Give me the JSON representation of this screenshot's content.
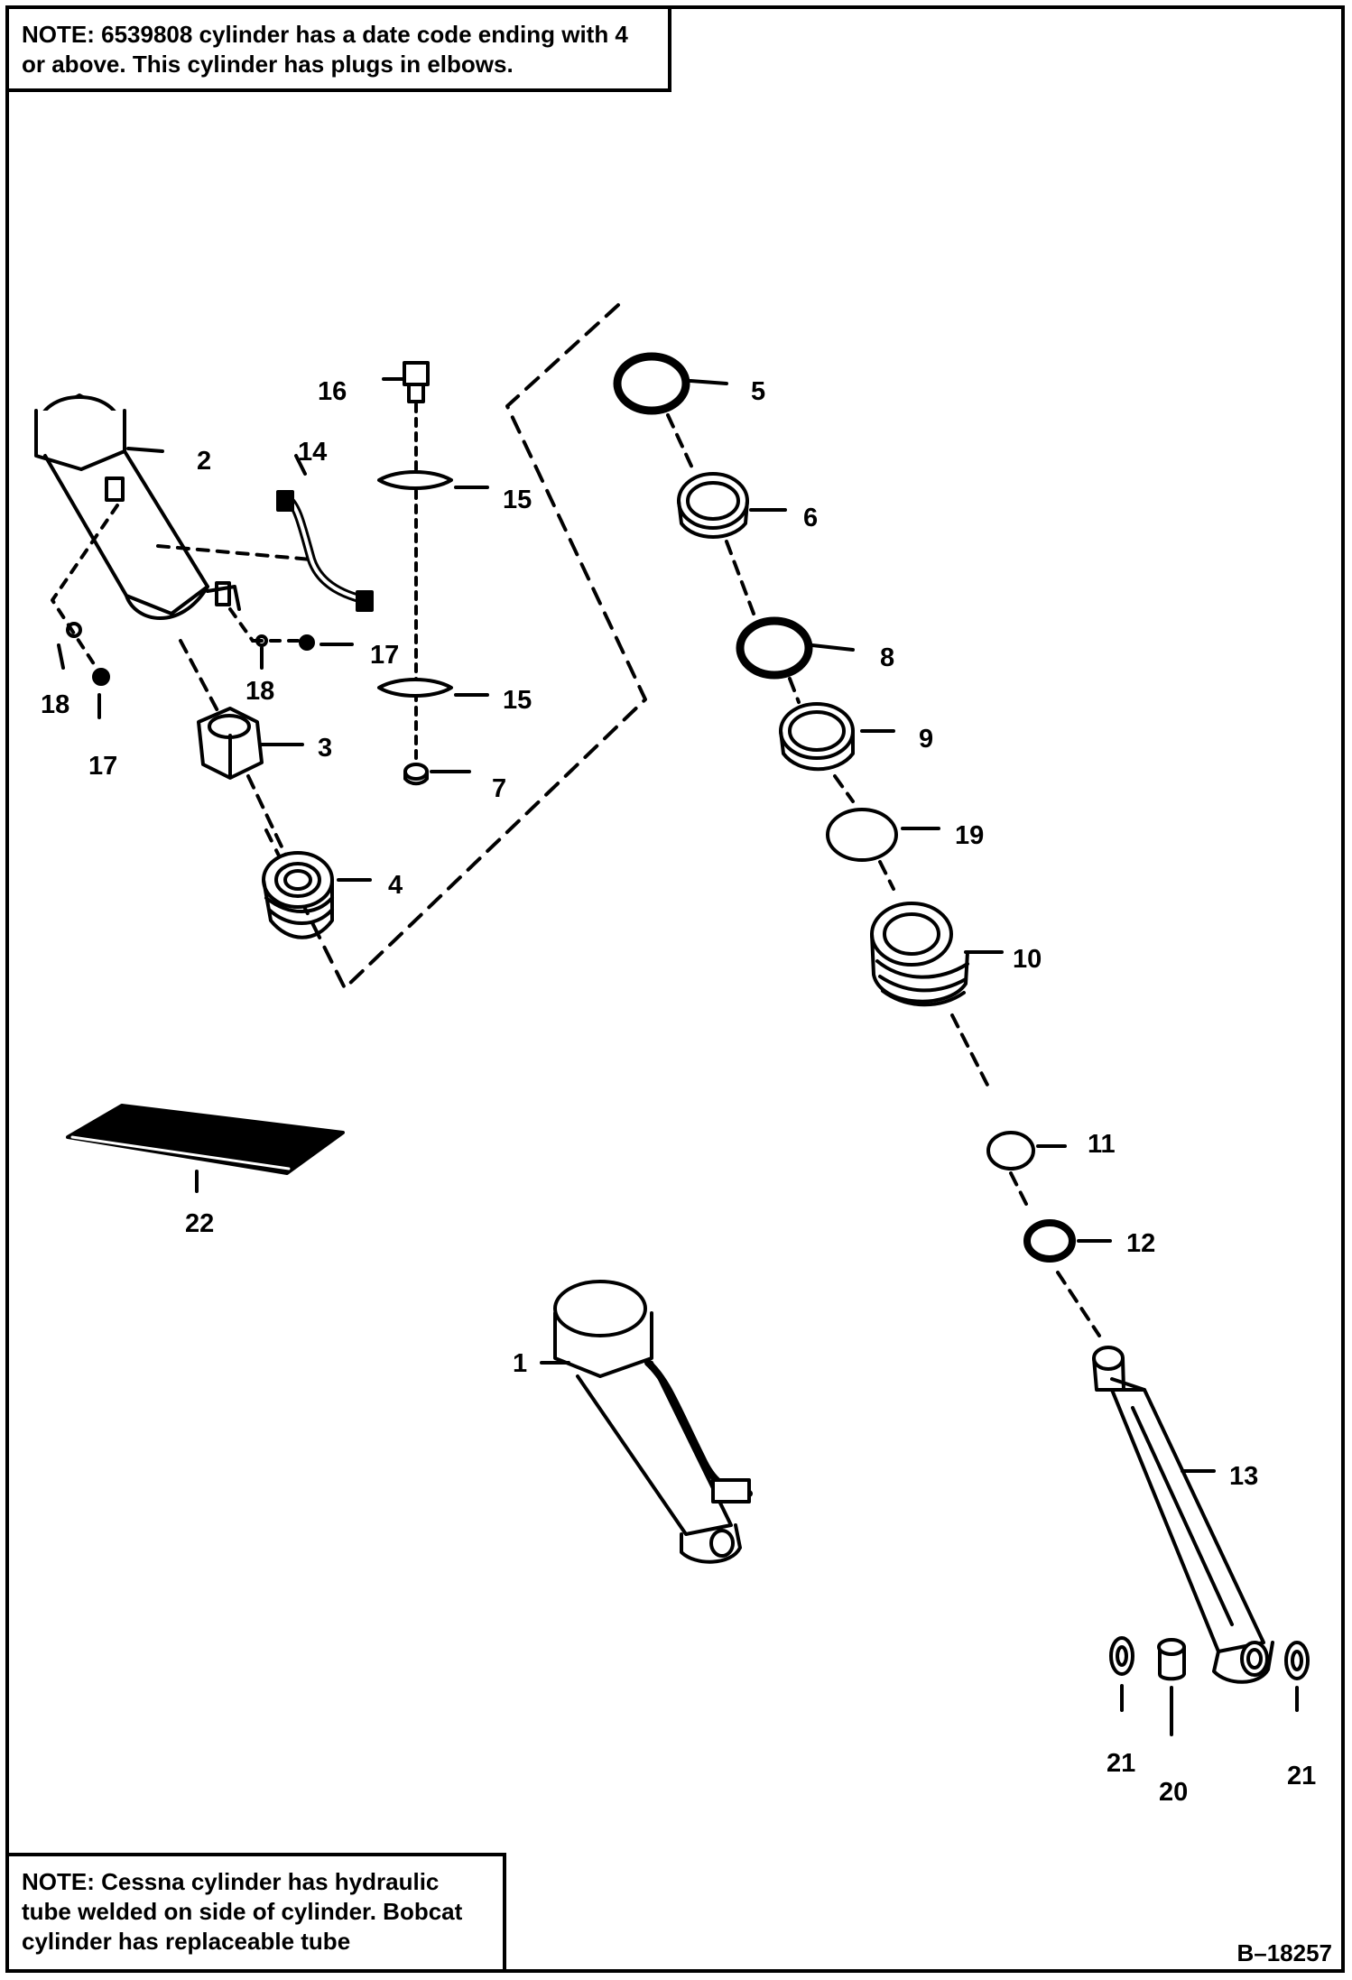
{
  "notes": {
    "top": {
      "prefix": "NOTE:",
      "text": " 6539808 cylinder has a date code ending with 4 or above. This cylinder has plugs in elbows."
    },
    "bottom": {
      "prefix": "NOTE:",
      "text": " Cessna cylinder has hydraulic tube welded on side of cylinder. Bobcat cylinder has replaceable tube"
    }
  },
  "drawing_code": "B–18257",
  "labels": {
    "p1": "1",
    "p2": "2",
    "p3": "3",
    "p4": "4",
    "p5": "5",
    "p6": "6",
    "p7": "7",
    "p8": "8",
    "p9": "9",
    "p10": "10",
    "p11": "11",
    "p12": "12",
    "p13": "13",
    "p14": "14",
    "p15a": "15",
    "p15b": "15",
    "p16": "16",
    "p17a": "17",
    "p17b": "17",
    "p18a": "18",
    "p18b": "18",
    "p19": "19",
    "p20": "20",
    "p21a": "21",
    "p21b": "21",
    "p22": "22"
  }
}
